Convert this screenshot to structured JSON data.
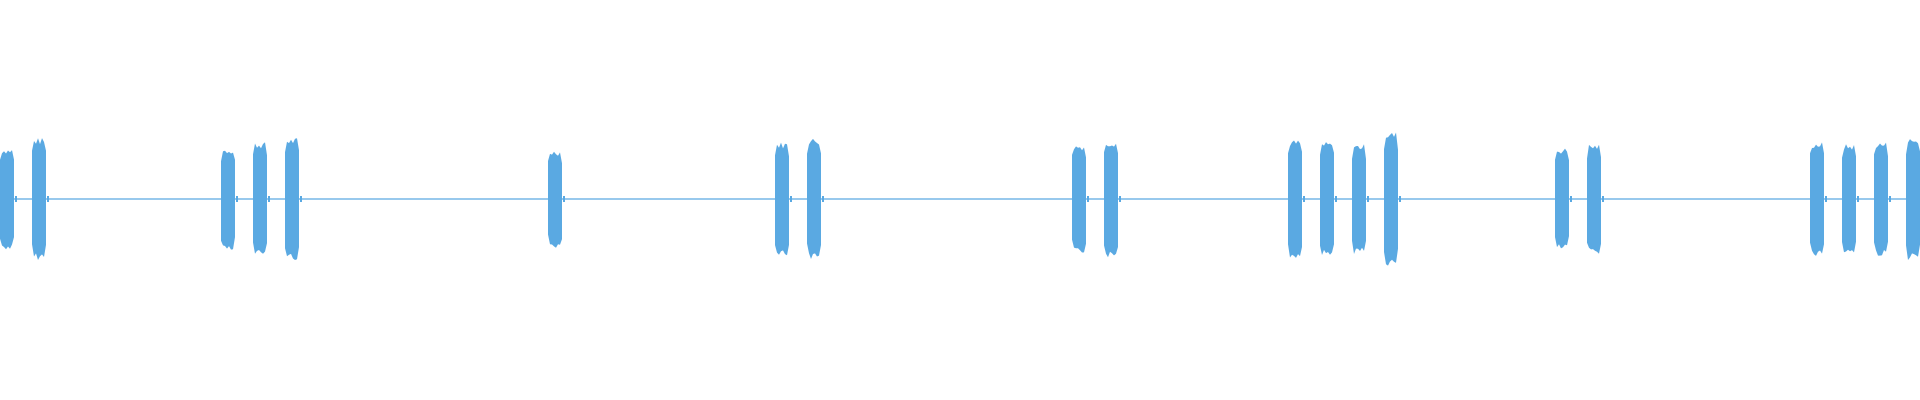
{
  "waveform": {
    "color": "#5aa9e2",
    "background": "#ffffff",
    "burst_groups": [
      {
        "bursts": [
          0.25,
          0.3
        ]
      },
      {
        "bursts": [
          0.25,
          0.28,
          0.3
        ]
      },
      {
        "bursts": [
          0.24
        ]
      },
      {
        "bursts": [
          0.28,
          0.3
        ]
      },
      {
        "bursts": [
          0.27,
          0.29
        ]
      },
      {
        "bursts": [
          0.29,
          0.28,
          0.27,
          0.33
        ]
      },
      {
        "bursts": [
          0.25,
          0.27
        ]
      },
      {
        "bursts": [
          0.28,
          0.27,
          0.28,
          0.3
        ]
      }
    ]
  }
}
